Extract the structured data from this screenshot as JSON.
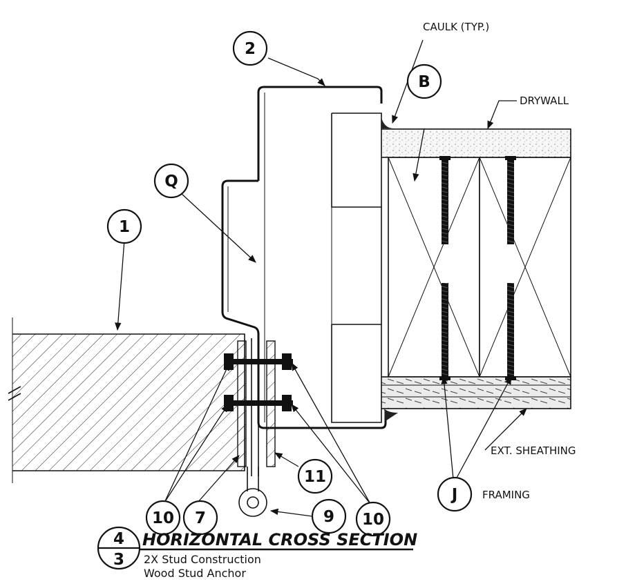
{
  "callouts": {
    "c1": "1",
    "c2": "2",
    "cQ": "Q",
    "cB": "B",
    "cJ": "J",
    "c7": "7",
    "c9": "9",
    "c10_left": "10",
    "c10_right": "10",
    "c11": "11",
    "c4": "4",
    "c3": "3"
  },
  "labels": {
    "caulk": "CAULK (TYP.)",
    "drywall": "DRYWALL",
    "ext_sheathing": "EXT. SHEATHING",
    "framing": "FRAMING"
  },
  "title_block": {
    "title": "HORIZONTAL CROSS SECTION",
    "line1": "2X Stud Construction",
    "line2": "Wood Stud Anchor"
  }
}
